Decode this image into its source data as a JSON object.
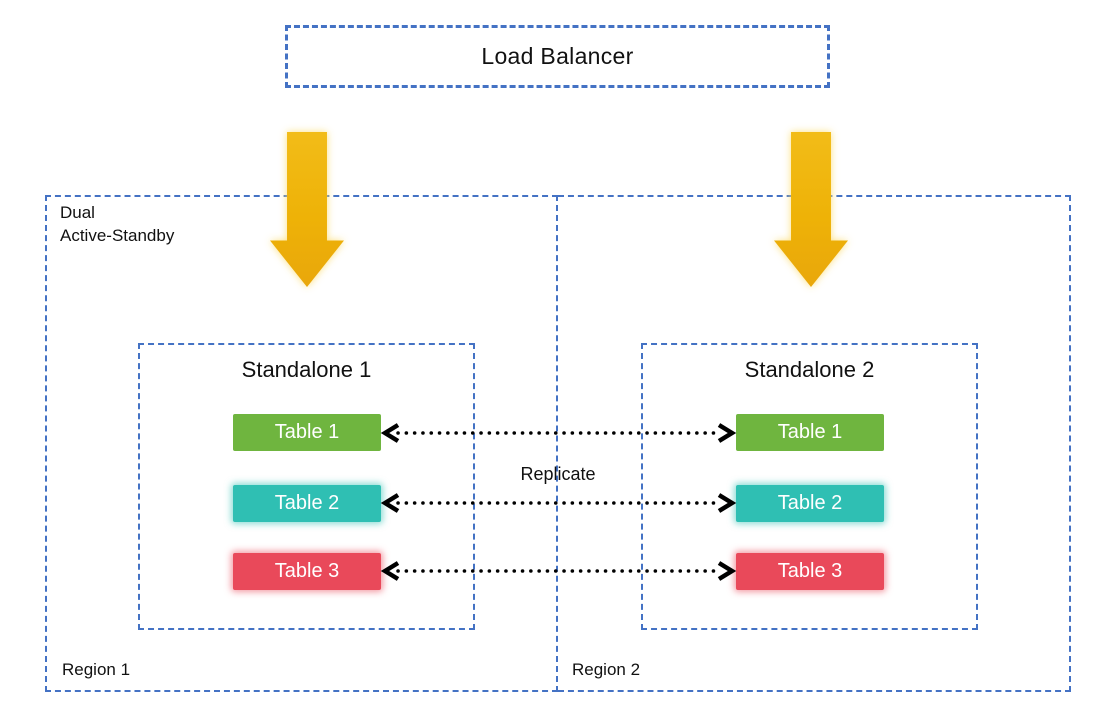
{
  "diagram": {
    "load_balancer": {
      "label": "Load Balancer"
    },
    "mode_label": {
      "line1": "Dual",
      "line2": "Active-Standby"
    },
    "replicate_label": "Replicate",
    "regions": [
      {
        "label": "Region 1",
        "standalone": {
          "title": "Standalone 1",
          "tables": [
            {
              "label": "Table 1",
              "color": "#6fb53f"
            },
            {
              "label": "Table 2",
              "color": "#2fbfb3"
            },
            {
              "label": "Table 3",
              "color": "#e9495a"
            }
          ]
        }
      },
      {
        "label": "Region 2",
        "standalone": {
          "title": "Standalone 2",
          "tables": [
            {
              "label": "Table 1",
              "color": "#6fb53f"
            },
            {
              "label": "Table 2",
              "color": "#2fbfb3"
            },
            {
              "label": "Table 3",
              "color": "#e9495a"
            }
          ]
        }
      }
    ],
    "colors": {
      "dashed_border": "#4472c4",
      "big_arrow": "#eeb207",
      "replication_arrow": "#000000",
      "table_text": "#ffffff"
    }
  }
}
